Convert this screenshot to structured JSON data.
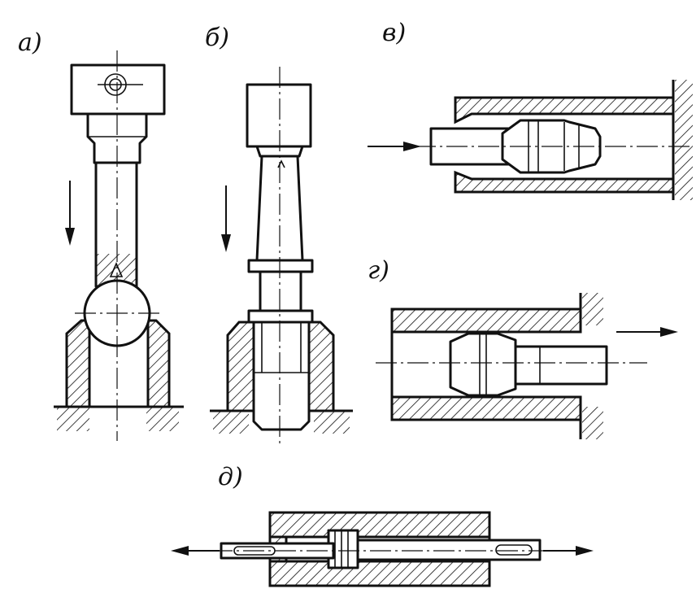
{
  "labels": {
    "a": "а)",
    "b": "б)",
    "v": "в)",
    "g": "г)",
    "d": "д)"
  },
  "colors": {
    "ink": "#111111",
    "paper": "#ffffff"
  }
}
